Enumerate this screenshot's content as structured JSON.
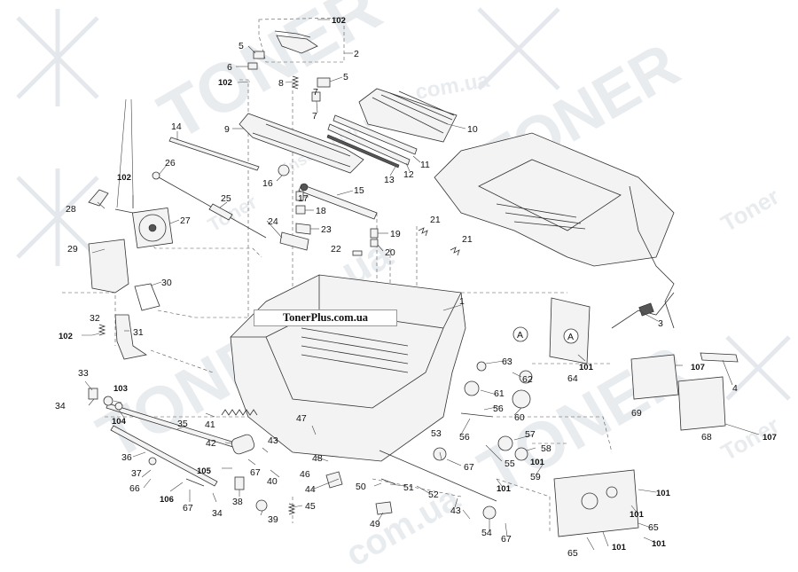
{
  "watermark": {
    "site": "TonerPlus.com.ua",
    "brand": "TONER",
    "domain": "com.ua",
    "brand_script": "Toner",
    "domain_tag": "inserrl.com.ua"
  },
  "callouts": [
    "1",
    "2",
    "3",
    "4",
    "5",
    "5",
    "6",
    "7",
    "7",
    "8",
    "9",
    "10",
    "11",
    "12",
    "13",
    "14",
    "15",
    "16",
    "17",
    "18",
    "19",
    "20",
    "21",
    "21",
    "22",
    "23",
    "24",
    "25",
    "26",
    "27",
    "28",
    "29",
    "30",
    "31",
    "32",
    "33",
    "34",
    "34",
    "35",
    "36",
    "37",
    "38",
    "39",
    "40",
    "41",
    "42",
    "43",
    "43",
    "44",
    "45",
    "46",
    "47",
    "48",
    "49",
    "50",
    "51",
    "52",
    "53",
    "54",
    "55",
    "56",
    "56",
    "57",
    "58",
    "59",
    "60",
    "61",
    "62",
    "63",
    "64",
    "65",
    "65",
    "66",
    "67",
    "67",
    "67",
    "67",
    "68",
    "69",
    "101",
    "101",
    "101",
    "101",
    "101",
    "101",
    "101",
    "102",
    "102",
    "102",
    "102",
    "103",
    "104",
    "105",
    "106",
    "107",
    "107"
  ],
  "reference_marks": [
    "A",
    "A"
  ]
}
